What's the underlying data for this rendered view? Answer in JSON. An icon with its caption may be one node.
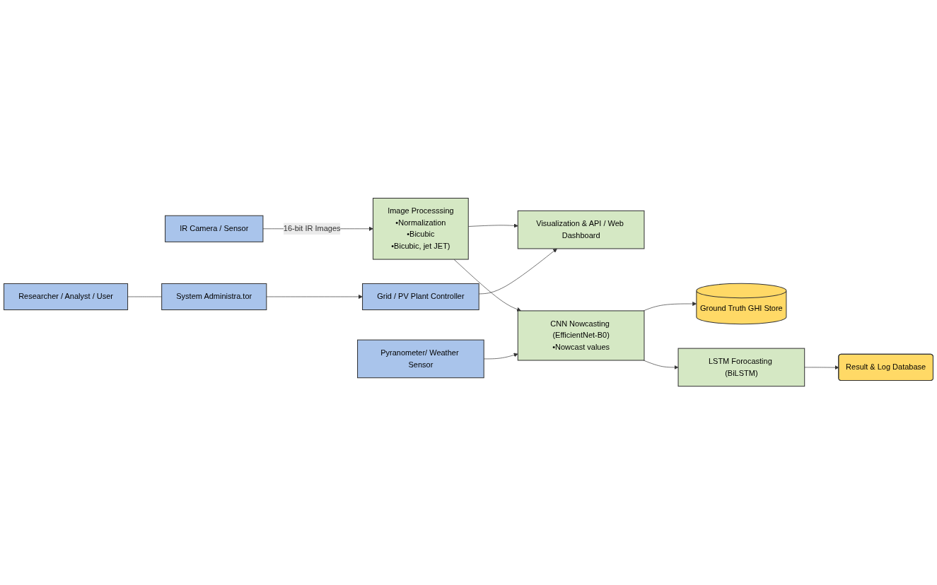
{
  "diagram": {
    "nodes": [
      {
        "text": [
          "IR Camera / Sensor"
        ]
      },
      {
        "text": [
          "Image Processsing",
          "•Normalization",
          "•Bicubic",
          "•Bicubic, jet  JET)"
        ]
      },
      {
        "text": [
          "Visualization & API / Web Dashboard"
        ]
      },
      {
        "text": [
          "Pyranometer/ Weather Sensor"
        ]
      },
      {
        "text": [
          "CNN Nowcasting (EfficientNet-B0)",
          "•Nowcast values"
        ]
      },
      {
        "text": [
          "Ground Truth GHI Store"
        ]
      },
      {
        "text": [
          "Grid / PV Plant Controller"
        ]
      },
      {
        "text": [
          "LSTM Forocasting (BiLSTM)"
        ]
      },
      {
        "text": [
          "System Administra.tor"
        ]
      },
      {
        "text": [
          "Result & Log Database"
        ]
      },
      {
        "text": [
          "Researcher / Analyst / User"
        ]
      }
    ],
    "edges": [
      {
        "from": 0,
        "to": 1,
        "arrow": "to",
        "label": "16-bit IR Images"
      },
      {
        "from": 1,
        "to": 2,
        "arrow": "to"
      },
      {
        "from": 1,
        "to": 4,
        "arrow": "to"
      },
      {
        "from": 3,
        "to": 4,
        "arrow": "to"
      },
      {
        "from": 4,
        "to": 5,
        "arrow": "to"
      },
      {
        "from": 4,
        "to": 7,
        "arrow": "to"
      },
      {
        "from": 7,
        "to": 9,
        "arrow": "to"
      },
      {
        "from": 6,
        "to": 2,
        "arrow": "to"
      },
      {
        "from": 8,
        "to": 6,
        "arrow": "to"
      },
      {
        "from": 10,
        "to": 8,
        "arrow": "none"
      }
    ]
  }
}
